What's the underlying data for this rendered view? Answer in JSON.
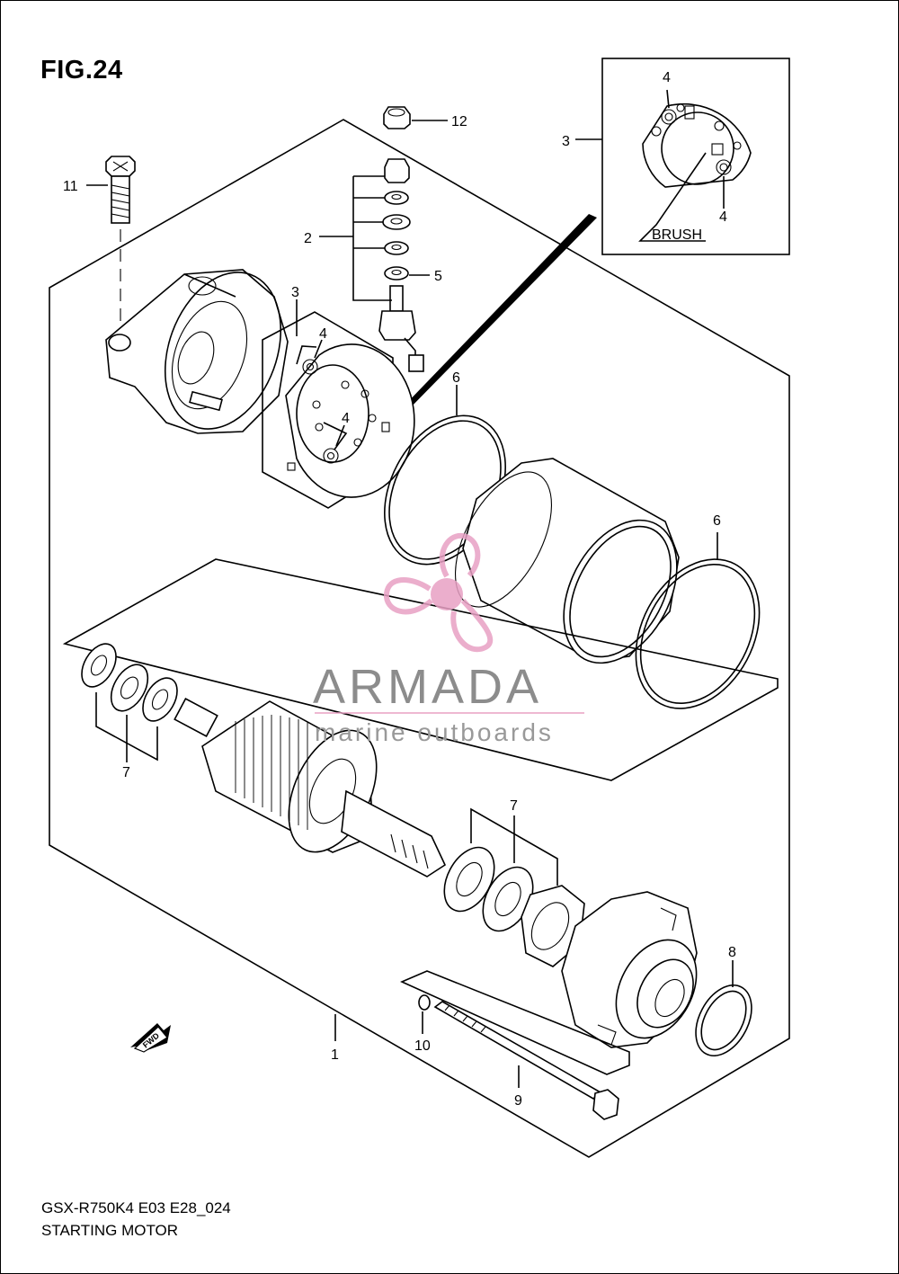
{
  "figure": {
    "title": "FIG.24",
    "model_code": "GSX-R750K4 E03 E28_024",
    "name": "STARTING MOTOR"
  },
  "inset": {
    "brush_label": "BRUSH"
  },
  "watermark": {
    "brand": "ARMADA",
    "tagline": "marine outboards",
    "color": "#e8a0c4"
  },
  "fwd_label": "FWD",
  "callouts": [
    {
      "id": "c1",
      "text": "1"
    },
    {
      "id": "c2",
      "text": "2"
    },
    {
      "id": "c3a",
      "text": "3"
    },
    {
      "id": "c3b",
      "text": "3"
    },
    {
      "id": "c4a",
      "text": "4"
    },
    {
      "id": "c4b",
      "text": "4"
    },
    {
      "id": "c4c",
      "text": "4"
    },
    {
      "id": "c4d",
      "text": "4"
    },
    {
      "id": "c5",
      "text": "5"
    },
    {
      "id": "c6a",
      "text": "6"
    },
    {
      "id": "c6b",
      "text": "6"
    },
    {
      "id": "c7a",
      "text": "7"
    },
    {
      "id": "c7b",
      "text": "7"
    },
    {
      "id": "c8",
      "text": "8"
    },
    {
      "id": "c9",
      "text": "9"
    },
    {
      "id": "c10",
      "text": "10"
    },
    {
      "id": "c11",
      "text": "11"
    },
    {
      "id": "c12",
      "text": "12"
    }
  ]
}
